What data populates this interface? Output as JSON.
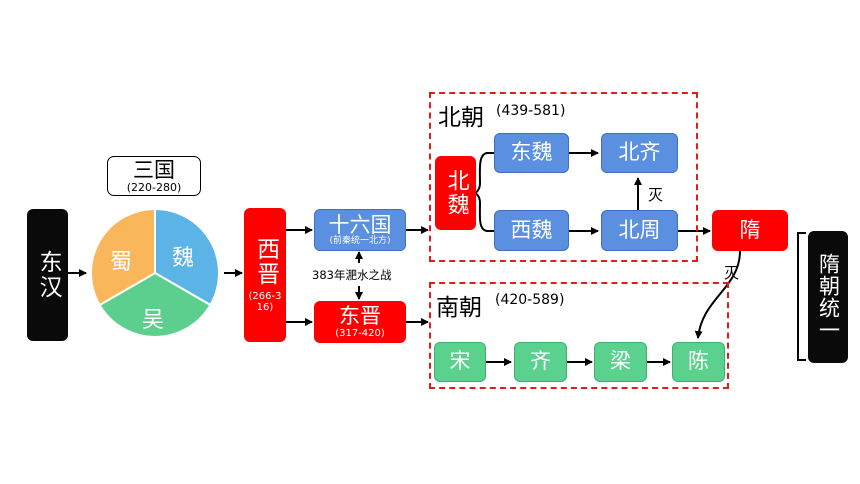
{
  "nodes": {
    "donghan": "东汉",
    "sanguo": "三国",
    "sanguo_years": "(220-280)",
    "shu": "蜀",
    "wei": "魏",
    "wu": "吴",
    "xijin": "西晋",
    "xijin_years": "(266-316)",
    "shiliuguo": "十六国",
    "shiliuguo_sub": "(前秦统一北方)",
    "battle": "383年淝水之战",
    "dongjin": "东晋",
    "dongjin_years": "(317-420)",
    "beichao": "北朝",
    "beichao_years": "(439-581)",
    "beiwei": "北魏",
    "dongwei": "东魏",
    "xiwei": "西魏",
    "beiqi": "北齐",
    "beizhou": "北周",
    "mie1": "灭",
    "nanchao": "南朝",
    "nanchao_years": "(420-589)",
    "song": "宋",
    "qi": "齐",
    "liang": "梁",
    "chen": "陈",
    "sui": "隋",
    "mie2": "灭",
    "sui_unify": "隋朝统一"
  },
  "colors": {
    "shu": "#f9b65a",
    "wei": "#5cb3e6",
    "wu": "#5ccf8e",
    "red": "#ff0000",
    "blue": "#5b8fe0",
    "green": "#5bd18e",
    "black": "#0a0a0a"
  }
}
